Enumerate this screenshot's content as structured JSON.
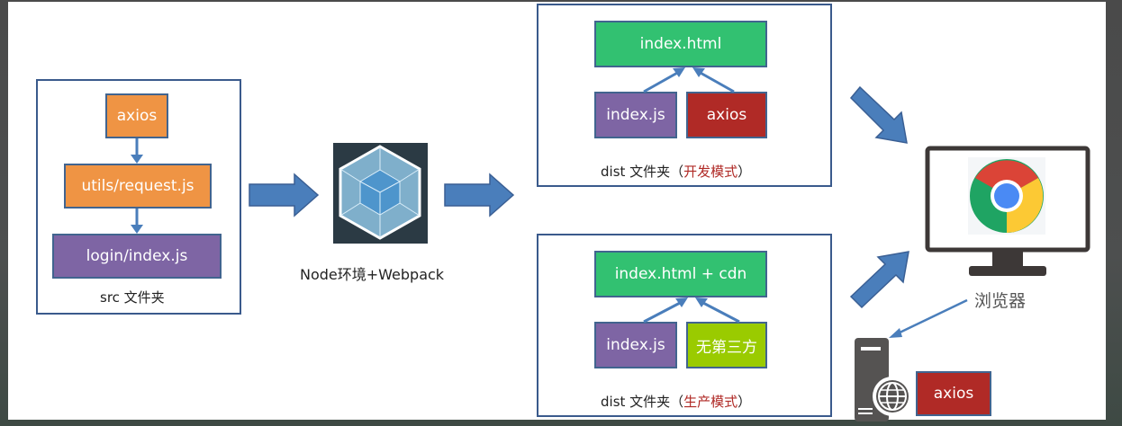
{
  "colors": {
    "frame_border": "#3a5a8c",
    "arrow_blue": "#4a7ebb",
    "orange": "#ef9444",
    "purple": "#7e65a4",
    "green": "#32c171",
    "red": "#b02a26",
    "lime": "#9acb00",
    "accent_text": "#b02a26"
  },
  "src_folder": {
    "caption": "src 文件夹",
    "nodes": [
      {
        "label": "axios",
        "color": "orange"
      },
      {
        "label": "utils/request.js",
        "color": "orange"
      },
      {
        "label": "login/index.js",
        "color": "purple"
      }
    ]
  },
  "bundler": {
    "icon": "webpack-icon",
    "caption": "Node环境+Webpack"
  },
  "dist_dev": {
    "caption_prefix": "dist 文件夹（",
    "caption_mode": "开发模式",
    "caption_suffix": "）",
    "top_node": {
      "label": "index.html",
      "color": "green"
    },
    "children": [
      {
        "label": "index.js",
        "color": "purple"
      },
      {
        "label": "axios",
        "color": "red"
      }
    ]
  },
  "dist_prod": {
    "caption_prefix": "dist 文件夹（",
    "caption_mode": "生产模式",
    "caption_suffix": "）",
    "top_node": {
      "label": "index.html + cdn",
      "color": "green"
    },
    "children": [
      {
        "label": "index.js",
        "color": "purple"
      },
      {
        "label": "无第三方",
        "color": "lime"
      }
    ]
  },
  "browser": {
    "icon": "chrome-monitor-icon",
    "caption": "浏览器"
  },
  "cdn_server": {
    "icon": "server-globe-icon",
    "label": "axios"
  }
}
